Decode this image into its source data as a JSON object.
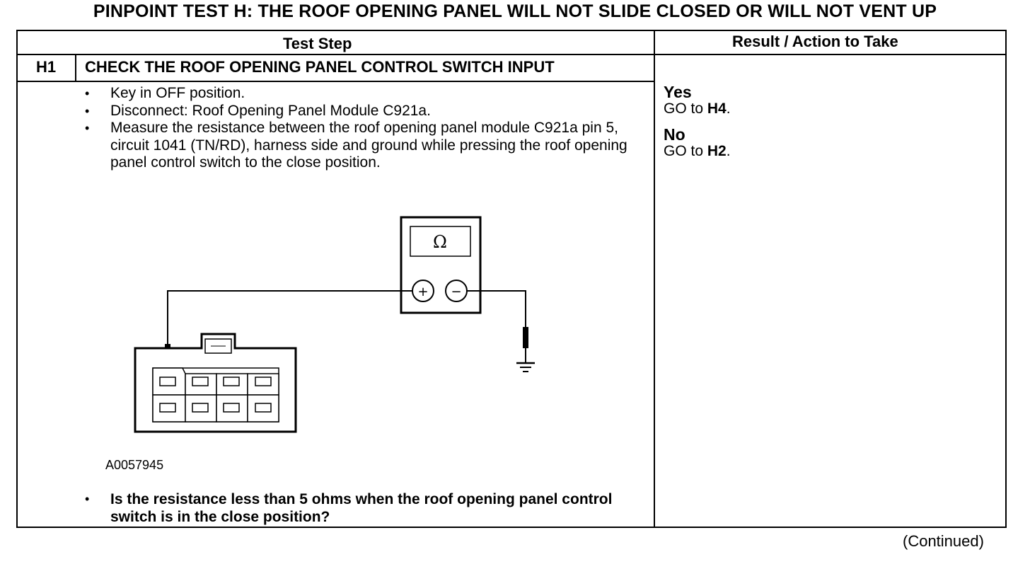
{
  "title": "PINPOINT TEST  H: THE ROOF OPENING PANEL WILL NOT SLIDE CLOSED OR WILL NOT VENT UP",
  "table": {
    "col_test_step": "Test Step",
    "col_result": "Result / Action to Take"
  },
  "step": {
    "id": "H1",
    "title": "CHECK THE ROOF OPENING PANEL CONTROL SWITCH INPUT",
    "instructions": [
      "Key in OFF position.",
      "Disconnect: Roof Opening Panel Module C921a.",
      "Measure the resistance between the roof opening panel module C921a pin 5, circuit 1041 (TN/RD), harness side and ground while pressing the roof opening panel control switch to the close position."
    ],
    "figure_id": "A0057945",
    "question": "Is the resistance less than 5 ohms when the roof opening panel control switch is in the close position?"
  },
  "meter": {
    "display": "Ω",
    "positive": "+",
    "negative": "−"
  },
  "results": [
    {
      "answer": "Yes",
      "action_prefix": "GO to ",
      "action_target": "H4",
      "action_suffix": "."
    },
    {
      "answer": "No",
      "action_prefix": "GO to ",
      "action_target": "H2",
      "action_suffix": "."
    }
  ],
  "footer": "(Continued)"
}
